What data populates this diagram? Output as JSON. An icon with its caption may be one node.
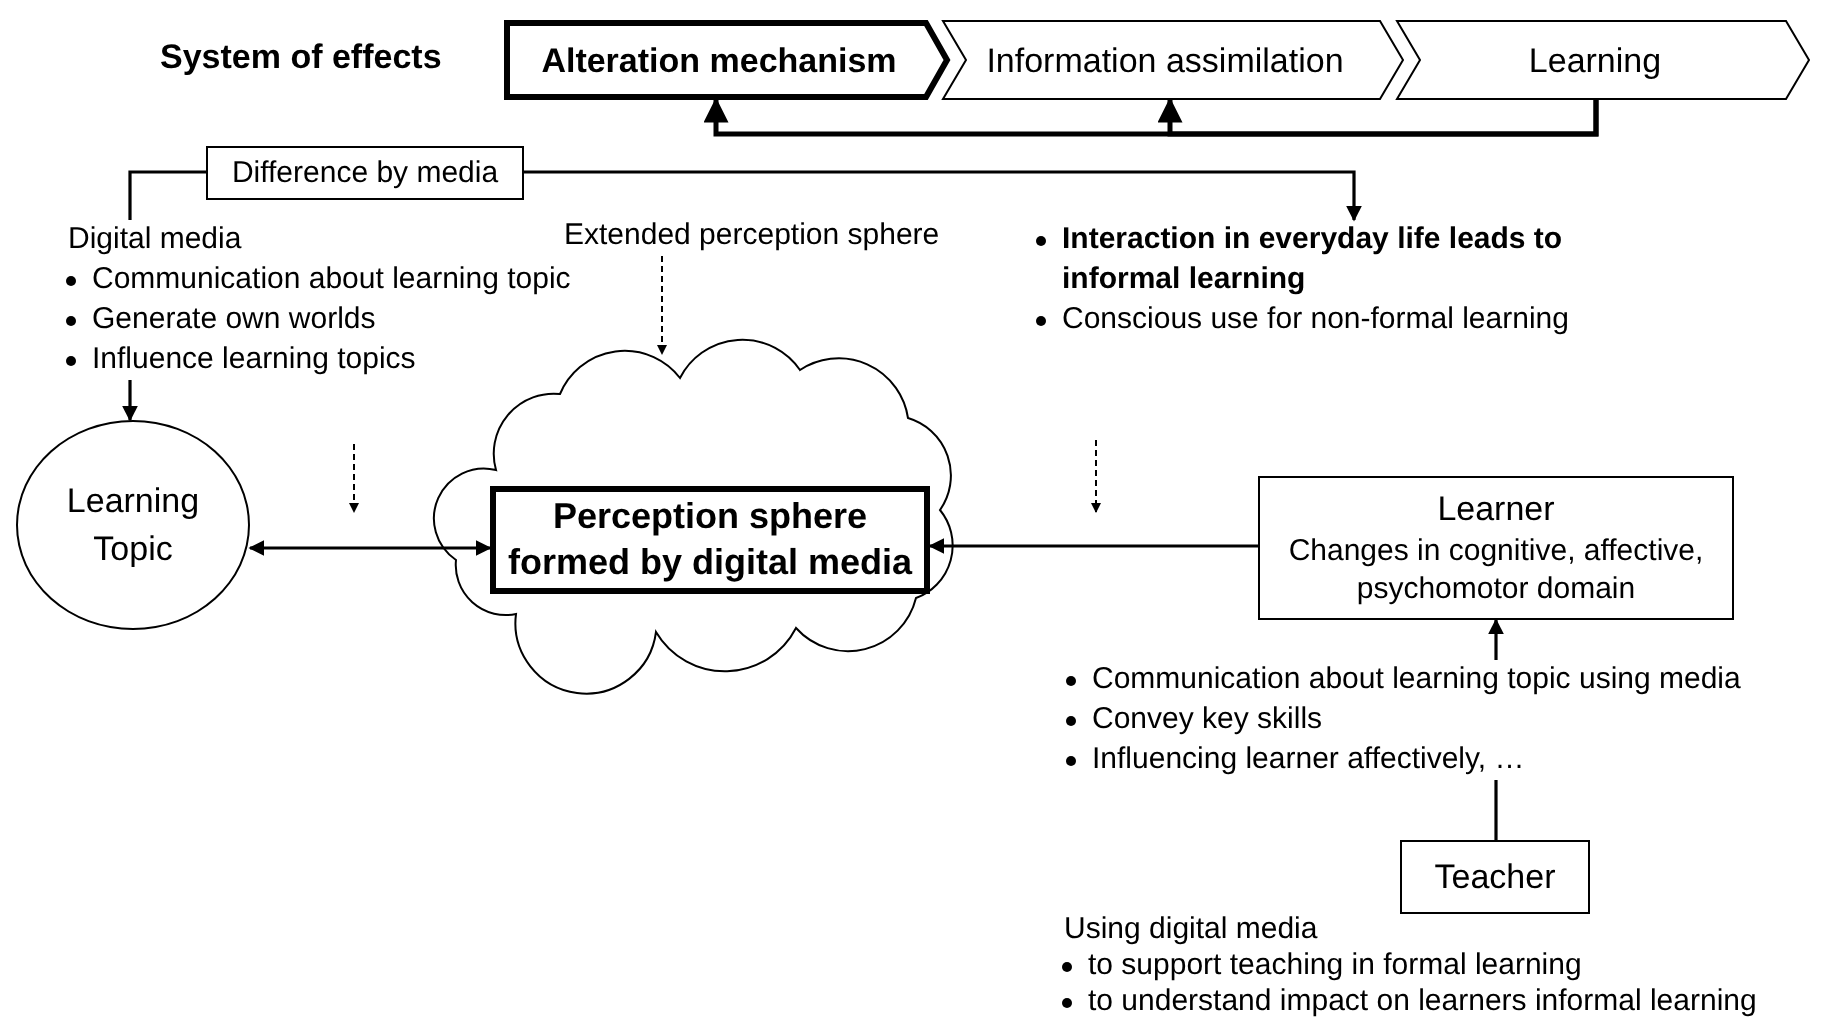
{
  "diagram": {
    "title": "System of effects",
    "nodes": [
      {
        "text": [
          "Alteration mechanism"
        ]
      },
      {
        "text": [
          "Information assimilation"
        ]
      },
      {
        "text": [
          "Learning"
        ]
      },
      {
        "text": [
          "Difference by media"
        ]
      },
      {
        "text": [
          "Digital media",
          "Communication about learning topic",
          "Generate own worlds",
          "Influence learning topics"
        ]
      },
      {
        "text": [
          "Extended perception sphere"
        ]
      },
      {
        "text": [
          "Interaction in everyday life leads to informal learning",
          "Conscious use for non-formal learning"
        ]
      },
      {
        "text": [
          "Learning Topic"
        ]
      },
      {
        "text": [],
        "shape": "cloud"
      },
      {
        "text": [
          "Perception sphere formed by digital media"
        ],
        "in": 8
      },
      {
        "text": [
          "Learner",
          "Changes in cognitive, affective, psychomotor domain"
        ]
      },
      {
        "text": [
          "Communication about learning topic using media",
          "Convey key skills",
          "Influencing learner affectively, …"
        ]
      },
      {
        "text": [
          "Teacher"
        ],
        "beside": [
          "Using digital media",
          "to support teaching in formal learning",
          "to understand impact on learners informal learning"
        ]
      }
    ],
    "edges": [
      {
        "from": 2,
        "to": 0,
        "arrow": "to"
      },
      {
        "from": 2,
        "to": 1,
        "arrow": "to"
      },
      {
        "from": 3,
        "to": 4,
        "arrow": "none"
      },
      {
        "from": 3,
        "to": 6,
        "arrow": "to"
      },
      {
        "from": 4,
        "to": 7,
        "arrow": "to"
      },
      {
        "from": 5,
        "to": 8,
        "arrow": "to",
        "style": "dashed"
      },
      {
        "from": 7,
        "to": 9,
        "arrow": "both"
      },
      {
        "from": 10,
        "to": 9,
        "arrow": "to"
      },
      {
        "from": 11,
        "to": 10,
        "arrow": "to"
      },
      {
        "from": 12,
        "to": 11,
        "arrow": "none"
      }
    ]
  }
}
